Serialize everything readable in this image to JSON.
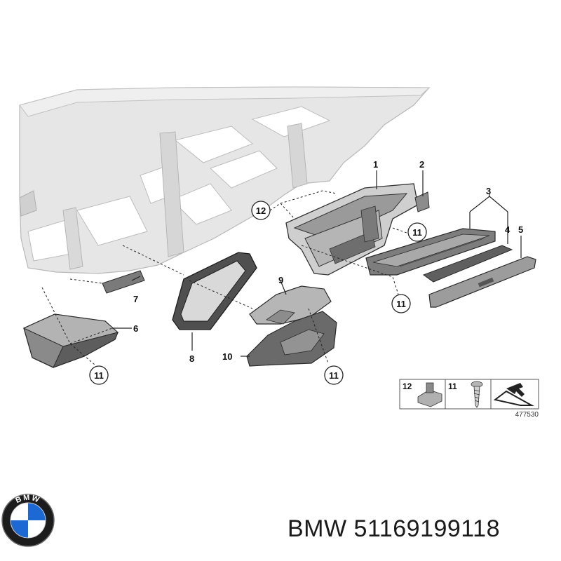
{
  "diagram": {
    "callouts": {
      "c1": "1",
      "c2": "2",
      "c3": "3",
      "c4": "4",
      "c5": "5",
      "c6": "6",
      "c7": "7",
      "c8": "8",
      "c9": "9",
      "c10": "10",
      "c11_a": "11",
      "c11_b": "11",
      "c11_c": "11",
      "c11_d": "11",
      "c12": "12"
    },
    "legend": {
      "item_12": "12",
      "item_11": "11"
    },
    "diagram_number": "477530"
  },
  "caption": {
    "brand": "BMW",
    "part_number": "51169199118"
  },
  "logo": {
    "text": "BMW",
    "colors": {
      "ring": "#1c1c1c",
      "blue": "#1c69d4",
      "white": "#ffffff"
    }
  },
  "colors": {
    "part_fill": "#e3e3e3",
    "part_dark": "#8a8a8a",
    "part_darkest": "#5c5c5c",
    "line": "#222222"
  }
}
